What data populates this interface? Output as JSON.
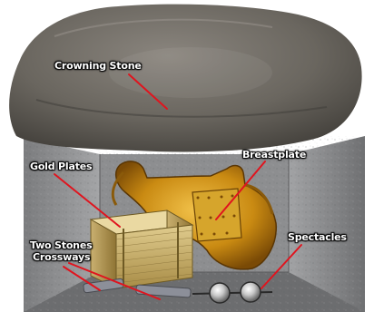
{
  "diagram": {
    "labels": {
      "crowning_stone": "Crowning Stone",
      "gold_plates": "Gold Plates",
      "breastplate": "Breastplate",
      "two_stones_line1": "Two Stones",
      "two_stones_line2": "Crossways",
      "spectacles": "Spectacles"
    },
    "colors": {
      "callout_line": "#e0141e",
      "label_text": "#ffffff",
      "box_stone": "#8f9092",
      "lid_stone": "#6e6a64",
      "gold": "#d9a21e"
    }
  }
}
